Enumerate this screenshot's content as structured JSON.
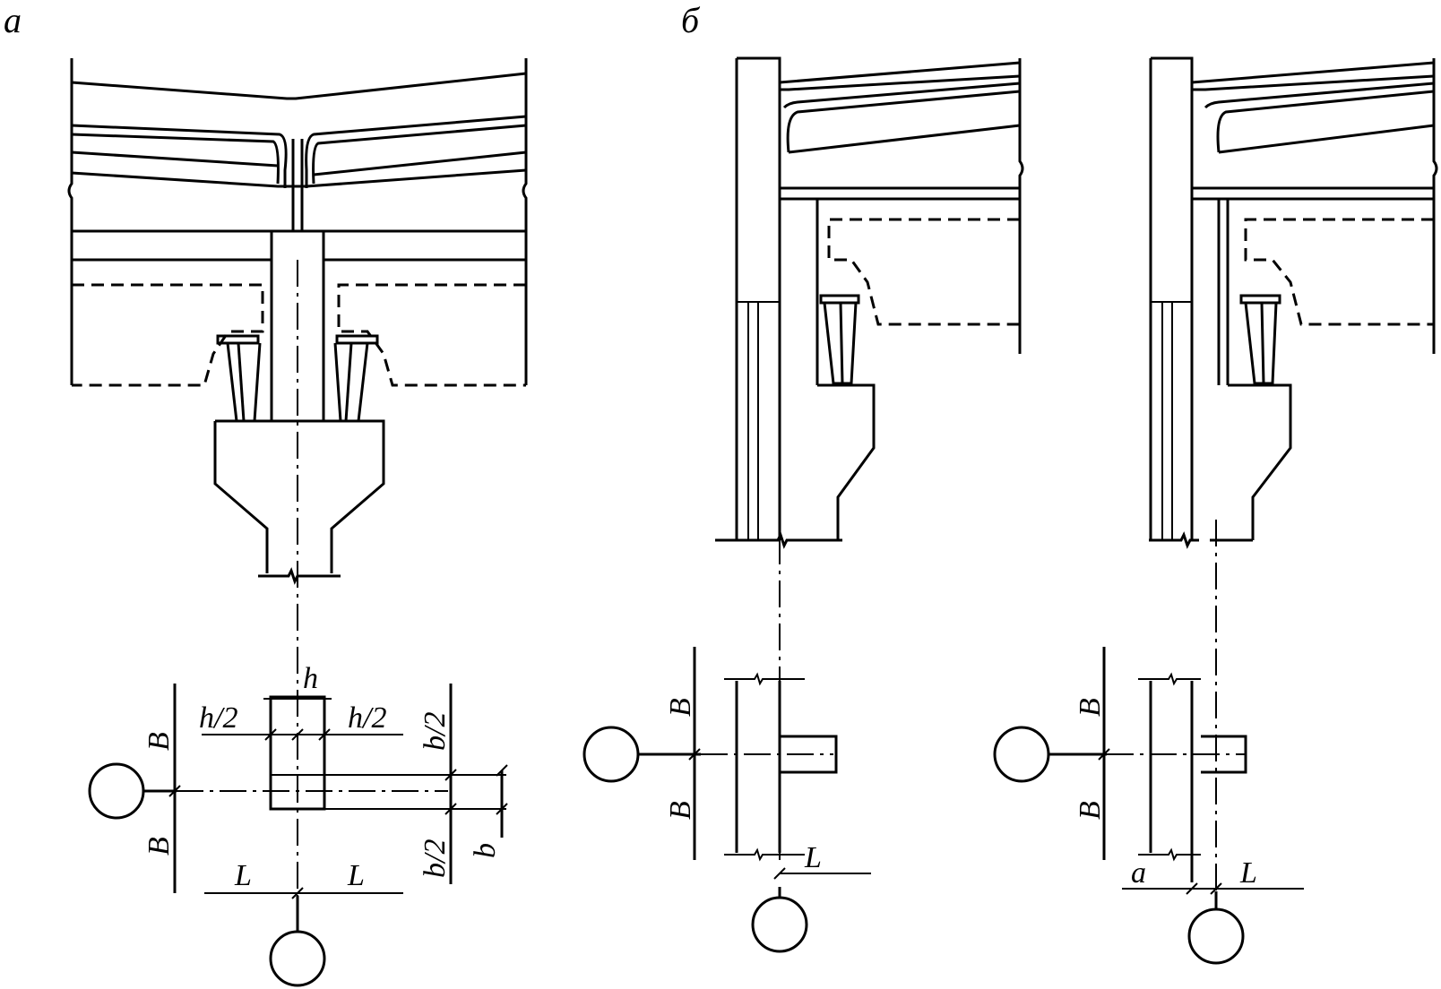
{
  "panels": {
    "a": {
      "label": "а"
    },
    "b": {
      "label": "б"
    }
  },
  "dimensions": {
    "h": "h",
    "h_half": "h/2",
    "b_half": "b/2",
    "b": "b",
    "B": "B",
    "L": "L",
    "a": "a"
  }
}
